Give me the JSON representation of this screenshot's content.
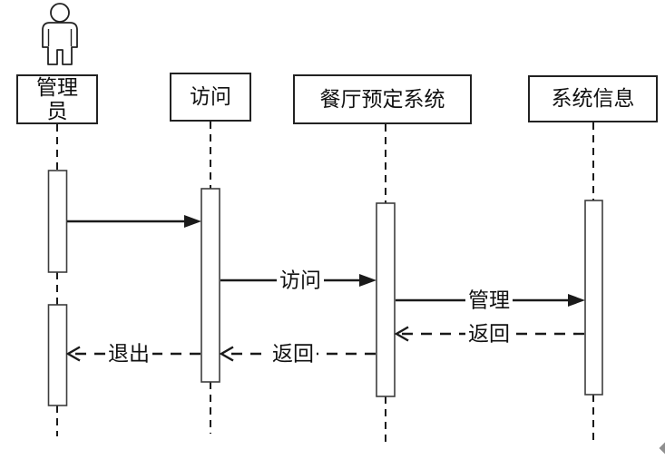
{
  "diagram": {
    "type": "uml-sequence",
    "background_color": "#ffffff",
    "line_color": "#1a1a1a",
    "activation_fill": "#ffffff",
    "activation_border": "#3d3d3d",
    "scroll_arrow_color": "#8f8f8f",
    "actor": {
      "icon": "person-icon",
      "label": "管理员"
    },
    "lifelines": [
      {
        "id": "admin",
        "label": "管理员",
        "kind": "actor"
      },
      {
        "id": "access",
        "label": "访问",
        "kind": "object"
      },
      {
        "id": "reservation-system",
        "label": "餐厅预定系统",
        "kind": "object"
      },
      {
        "id": "system-info",
        "label": "系统信息",
        "kind": "object"
      }
    ],
    "messages": [
      {
        "from": "管理员",
        "to": "访问",
        "label": "",
        "line": "solid",
        "arrowhead": "filled"
      },
      {
        "from": "访问",
        "to": "餐厅预定系统",
        "label": "访问",
        "line": "solid",
        "arrowhead": "filled"
      },
      {
        "from": "餐厅预定系统",
        "to": "系统信息",
        "label": "管理",
        "line": "solid",
        "arrowhead": "filled"
      },
      {
        "from": "系统信息",
        "to": "餐厅预定系统",
        "label": "返回",
        "line": "dashed",
        "arrowhead": "open"
      },
      {
        "from": "餐厅预定系统",
        "to": "访问",
        "label": "返回",
        "line": "dashed",
        "arrowhead": "open"
      },
      {
        "from": "访问",
        "to": "管理员",
        "label": "退出",
        "line": "dashed",
        "arrowhead": "open"
      }
    ]
  }
}
